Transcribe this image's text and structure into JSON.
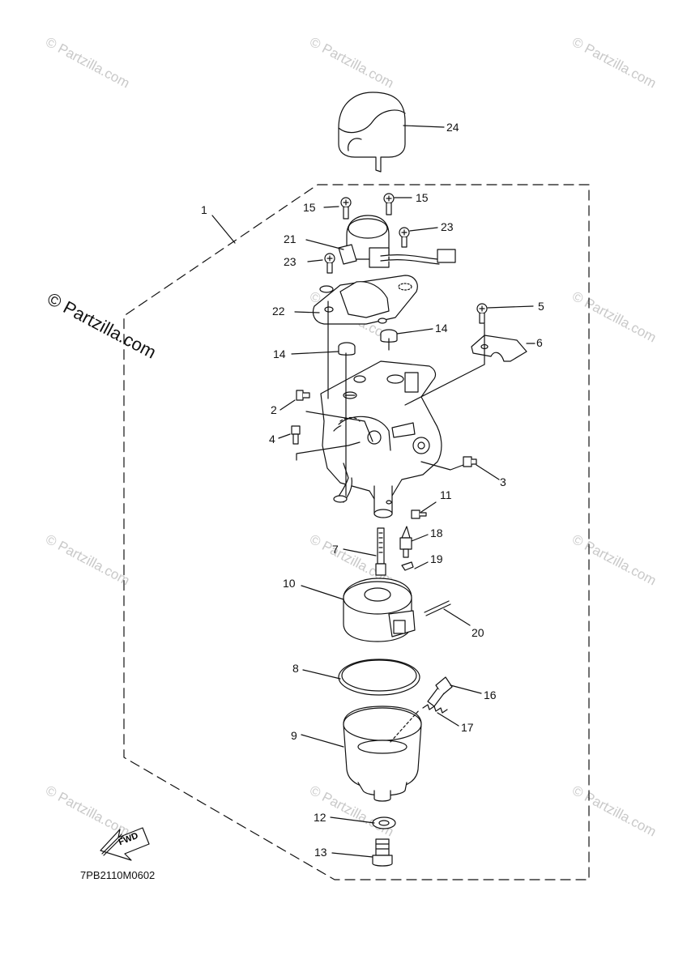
{
  "diagram": {
    "drawing_code": "7PB2110M0602",
    "fwd_label": "FWD",
    "watermark_text": "© Partzilla.com",
    "callouts": [
      "1",
      "2",
      "3",
      "4",
      "5",
      "6",
      "7",
      "8",
      "9",
      "10",
      "11",
      "12",
      "13",
      "14",
      "14",
      "15",
      "15",
      "16",
      "17",
      "18",
      "19",
      "20",
      "21",
      "22",
      "23",
      "23",
      "24"
    ]
  },
  "colors": {
    "line": "#111111",
    "watermark": "#c9c9c9",
    "background": "#ffffff"
  }
}
